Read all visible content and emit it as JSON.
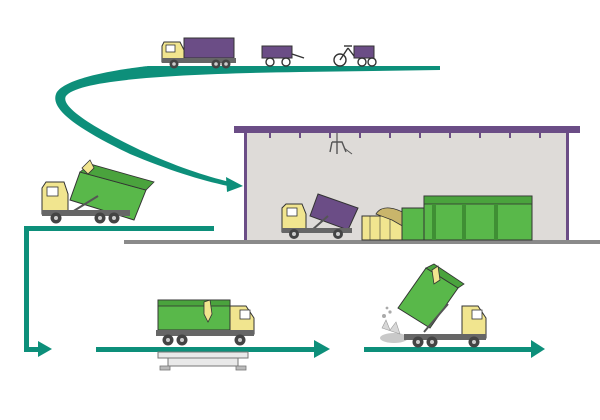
{
  "diagram": {
    "type": "process-flow",
    "description_visible_text": "",
    "colors": {
      "flow_arrow": "#0d8f7a",
      "truck_cab": "#f1e58f",
      "truck_outline": "#333333",
      "container_green": "#59b84a",
      "container_purple": "#6b4d86",
      "building_roof": "#6b4d86",
      "building_wall": "#dedbd8",
      "ground_line": "#8a8a8a",
      "scale_platform": "#e9e9e9",
      "waste_debris": "#c9c9c9"
    },
    "stages": [
      {
        "id": "collection",
        "icons": [
          "dump-truck-icon",
          "hand-cart-icon",
          "cargo-tricycle-icon"
        ]
      },
      {
        "id": "transfer-station",
        "icons": [
          "tipping-truck-icon",
          "compactor-icon",
          "crane-claw-icon"
        ]
      },
      {
        "id": "pickup",
        "icons": [
          "hooklift-truck-icon"
        ]
      },
      {
        "id": "weighing",
        "icons": [
          "weighbridge-icon",
          "hooklift-truck-icon"
        ]
      },
      {
        "id": "disposal",
        "icons": [
          "dumping-truck-icon"
        ]
      }
    ]
  }
}
